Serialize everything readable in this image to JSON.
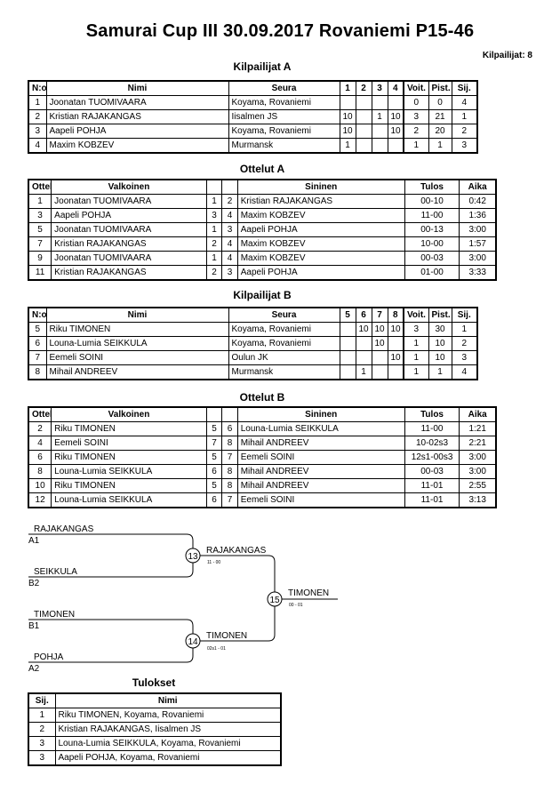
{
  "title": "Samurai Cup III  30.09.2017  Rovaniemi   P15-46",
  "participants_label": "Kilpailijat: 8",
  "pool_a": {
    "heading": "Kilpailijat A",
    "headers": [
      "N:o",
      "Nimi",
      "Seura",
      "1",
      "2",
      "3",
      "4",
      "Voit.",
      "Pist.",
      "Sij."
    ],
    "rows": [
      [
        "1",
        "Joonatan TUOMIVAARA",
        "Koyama, Rovaniemi",
        "",
        "",
        "",
        "",
        "0",
        "0",
        "4"
      ],
      [
        "2",
        "Kristian RAJAKANGAS",
        "Iisalmen JS",
        "10",
        "",
        "1",
        "10",
        "3",
        "21",
        "1"
      ],
      [
        "3",
        "Aapeli POHJA",
        "Koyama, Rovaniemi",
        "10",
        "",
        "",
        "10",
        "2",
        "20",
        "2"
      ],
      [
        "4",
        "Maxim KOBZEV",
        "Murmansk",
        "1",
        "",
        "",
        "",
        "1",
        "1",
        "3"
      ]
    ]
  },
  "matches_a": {
    "heading": "Ottelut A",
    "headers": [
      "Ottelu",
      "Valkoinen",
      "",
      "",
      "Sininen",
      "Tulos",
      "Aika"
    ],
    "rows": [
      [
        "1",
        "Joonatan TUOMIVAARA",
        "1",
        "2",
        "Kristian RAJAKANGAS",
        "00-10",
        "0:42"
      ],
      [
        "3",
        "Aapeli POHJA",
        "3",
        "4",
        "Maxim KOBZEV",
        "11-00",
        "1:36"
      ],
      [
        "5",
        "Joonatan TUOMIVAARA",
        "1",
        "3",
        "Aapeli POHJA",
        "00-13",
        "3:00"
      ],
      [
        "7",
        "Kristian RAJAKANGAS",
        "2",
        "4",
        "Maxim KOBZEV",
        "10-00",
        "1:57"
      ],
      [
        "9",
        "Joonatan TUOMIVAARA",
        "1",
        "4",
        "Maxim KOBZEV",
        "00-03",
        "3:00"
      ],
      [
        "11",
        "Kristian RAJAKANGAS",
        "2",
        "3",
        "Aapeli POHJA",
        "01-00",
        "3:33"
      ]
    ]
  },
  "pool_b": {
    "heading": "Kilpailijat B",
    "headers": [
      "N:o",
      "Nimi",
      "Seura",
      "5",
      "6",
      "7",
      "8",
      "Voit.",
      "Pist.",
      "Sij."
    ],
    "rows": [
      [
        "5",
        "Riku TIMONEN",
        "Koyama, Rovaniemi",
        "",
        "10",
        "10",
        "10",
        "3",
        "30",
        "1"
      ],
      [
        "6",
        "Louna-Lumia SEIKKULA",
        "Koyama, Rovaniemi",
        "",
        "",
        "10",
        "",
        "1",
        "10",
        "2"
      ],
      [
        "7",
        "Eemeli SOINI",
        "Oulun JK",
        "",
        "",
        "",
        "10",
        "1",
        "10",
        "3"
      ],
      [
        "8",
        "Mihail ANDREEV",
        "Murmansk",
        "",
        "1",
        "",
        "",
        "1",
        "1",
        "4"
      ]
    ]
  },
  "matches_b": {
    "heading": "Ottelut B",
    "headers": [
      "Ottelu",
      "Valkoinen",
      "",
      "",
      "Sininen",
      "Tulos",
      "Aika"
    ],
    "rows": [
      [
        "2",
        "Riku TIMONEN",
        "5",
        "6",
        "Louna-Lumia SEIKKULA",
        "11-00",
        "1:21"
      ],
      [
        "4",
        "Eemeli SOINI",
        "7",
        "8",
        "Mihail ANDREEV",
        "10-02s3",
        "2:21"
      ],
      [
        "6",
        "Riku TIMONEN",
        "5",
        "7",
        "Eemeli SOINI",
        "12s1-00s3",
        "3:00"
      ],
      [
        "8",
        "Louna-Lumia SEIKKULA",
        "6",
        "8",
        "Mihail ANDREEV",
        "00-03",
        "3:00"
      ],
      [
        "10",
        "Riku TIMONEN",
        "5",
        "8",
        "Mihail ANDREEV",
        "11-01",
        "2:55"
      ],
      [
        "12",
        "Louna-Lumia SEIKKULA",
        "6",
        "7",
        "Eemeli SOINI",
        "11-01",
        "3:13"
      ]
    ]
  },
  "bracket": {
    "semi1": {
      "top_name": "RAJAKANGAS",
      "top_seed": "A1",
      "bottom_name": "SEIKKULA",
      "bottom_seed": "B2",
      "match_no": "13",
      "winner": "RAJAKANGAS",
      "score": "11 - 00"
    },
    "semi2": {
      "top_name": "TIMONEN",
      "top_seed": "B1",
      "bottom_name": "POHJA",
      "bottom_seed": "A2",
      "match_no": "14",
      "winner": "TIMONEN",
      "score": "02s1 - 01"
    },
    "final": {
      "match_no": "15",
      "winner": "TIMONEN",
      "score": "00 - 01"
    }
  },
  "results": {
    "heading": "Tulokset",
    "headers": [
      "Sij.",
      "Nimi"
    ],
    "rows": [
      [
        "1",
        "Riku TIMONEN, Koyama, Rovaniemi"
      ],
      [
        "2",
        "Kristian RAJAKANGAS, Iisalmen JS"
      ],
      [
        "3",
        "Louna-Lumia SEIKKULA, Koyama, Rovaniemi"
      ],
      [
        "3",
        "Aapeli POHJA, Koyama, Rovaniemi"
      ]
    ]
  }
}
